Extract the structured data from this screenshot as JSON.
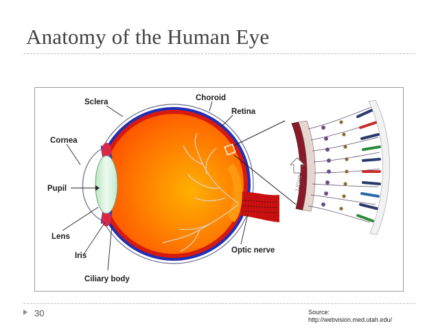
{
  "slide": {
    "title": "Anatomy of the Human Eye",
    "page_number": "30",
    "source_label": "Source:",
    "source_url": "http://webvision.med.utah.edu/"
  },
  "diagram": {
    "labels": {
      "sclera": "Sclera",
      "choroid": "Choroid",
      "retina": "Retina",
      "cornea": "Cornea",
      "pupil": "Pupil",
      "lens": "Lens",
      "iris": "Iris",
      "ciliary_body": "Ciliary body",
      "optic_nerve": "Optic nerve",
      "light": "LIGHT"
    },
    "colors": {
      "sclera": "#ffffff",
      "choroid": "#1e2fb8",
      "retina": "#d61a10",
      "vitreous": "#ff6a00",
      "lens": "#d8f0dc",
      "iris": "#3b3bd0",
      "optic_nerve": "#c81010",
      "vessels": "#d9d1c2",
      "leader_lines": "#222222"
    }
  }
}
